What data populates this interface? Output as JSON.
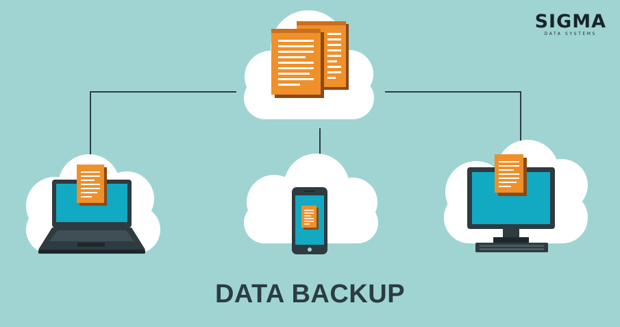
{
  "title": "DATA BACKUP",
  "logo": {
    "main": "SIGMA",
    "sub": "DATA SYSTEMS"
  },
  "colors": {
    "background": "#9fd4d2",
    "cloud": "#ffffff",
    "document": "#f0902a",
    "document_edge": "#8d4a17",
    "device_frame": "#2e3b40",
    "screen": "#12a9c2",
    "connector": "#2b3c43"
  },
  "nodes": [
    "cloud-server",
    "laptop",
    "smartphone",
    "desktop-monitor"
  ]
}
